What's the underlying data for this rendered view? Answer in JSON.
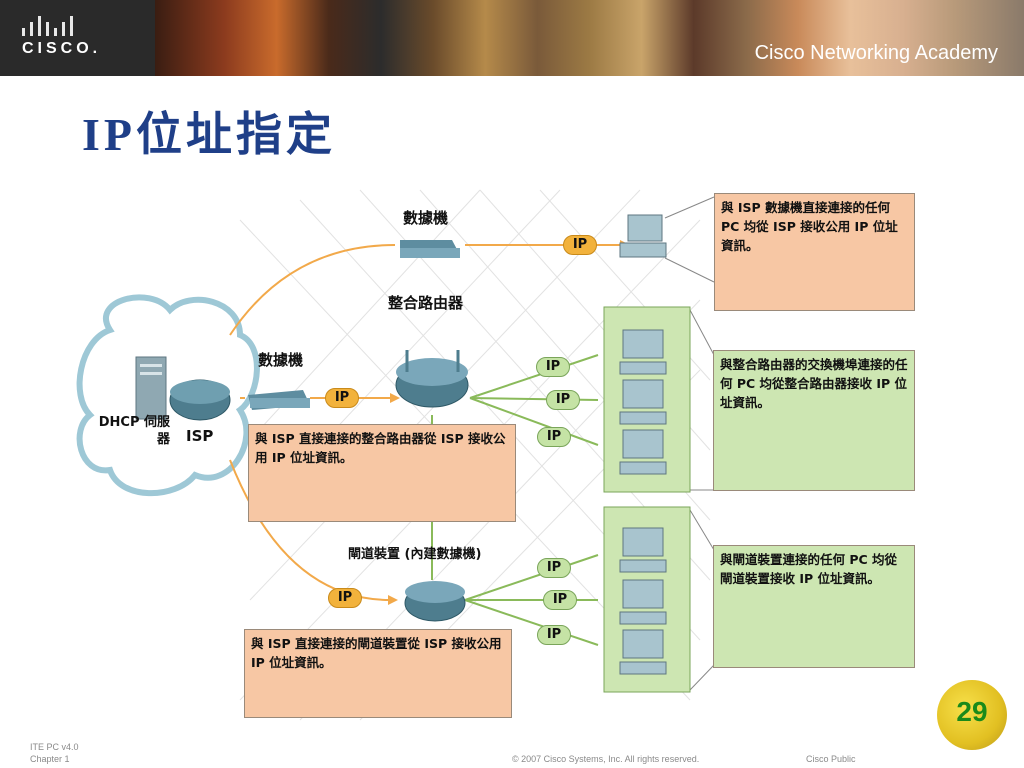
{
  "header": {
    "brand": "CISCO.",
    "academy": "Cisco Networking Academy"
  },
  "title": "IP位址指定",
  "diagram": {
    "modem_top_label": "數據機",
    "router_label": "整合路由器",
    "modem_left_label": "數據機",
    "gateway_label": "閘道裝置 (內建數據機)",
    "dhcp_label": "DHCP 伺服器",
    "isp_label": "ISP",
    "ip_label": "IP",
    "box_modem": "與 ISP 數據機直接連接的任何 PC 均從 ISP 接收公用 IP 位址資訊。",
    "box_switch": "與整合路由器的交換機埠連接的任何 PC 均從整合路由器接收 IP 位址資訊。",
    "box_router": "與 ISP 直接連接的整合路由器從 ISP 接收公用 IP 位址資訊。",
    "box_gateway_pc": "與閘道裝置連接的任何 PC 均從閘道裝置接收 IP 位址資訊。",
    "box_gateway": "與 ISP 直接連接的閘道裝置從 ISP 接收公用 IP 位址資訊。"
  },
  "footer": {
    "course": "ITE PC v4.0",
    "chapter": "Chapter 1",
    "copyright": "© 2007 Cisco Systems, Inc. All rights reserved.",
    "classification": "Cisco Public",
    "page": "29"
  }
}
